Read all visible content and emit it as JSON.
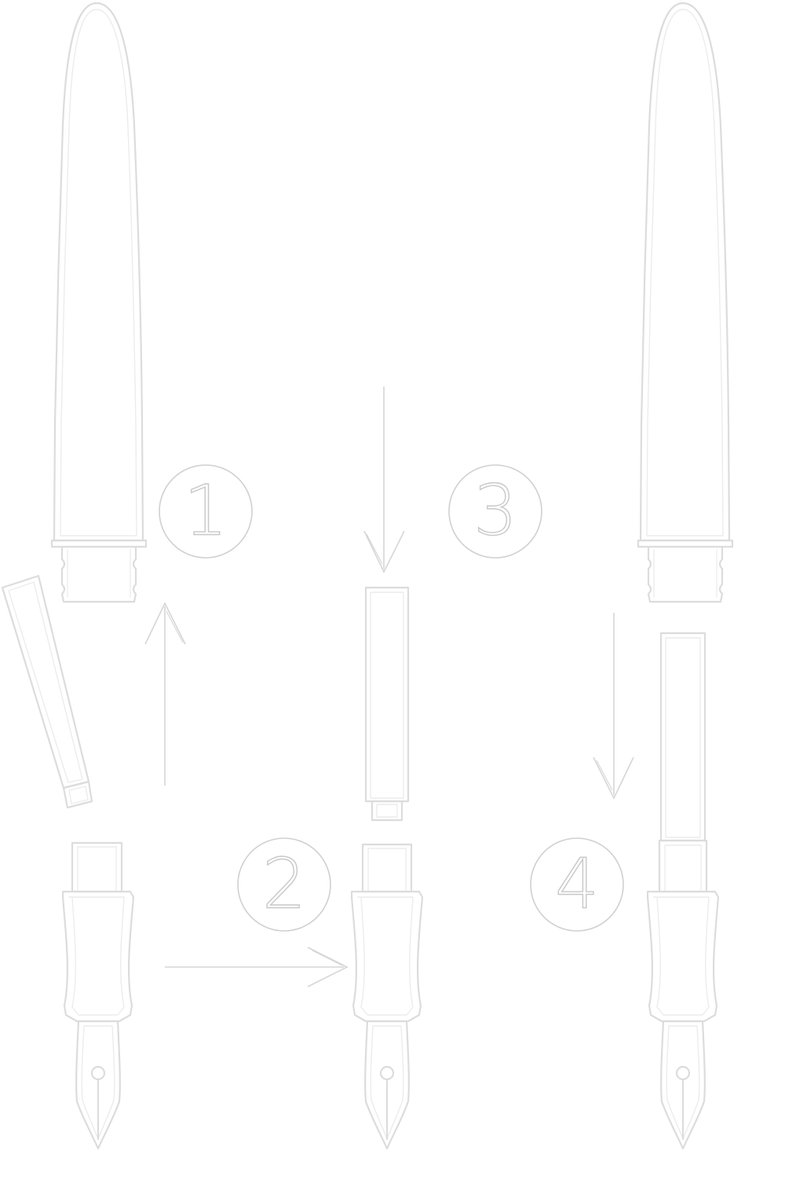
{
  "steps": [
    {
      "number": "1"
    },
    {
      "number": "2"
    },
    {
      "number": "3"
    },
    {
      "number": "4"
    }
  ],
  "colors": {
    "background": "#ffffff",
    "outline": "#dcdcdc",
    "inner_outline": "#ececec",
    "arrow": "#d6d6d6",
    "step_circle": "#d0d0d0"
  },
  "icons": [
    "pen-cap",
    "ink-cartridge",
    "pen-grip-section",
    "nib",
    "arrow-up",
    "arrow-down",
    "arrow-right"
  ]
}
